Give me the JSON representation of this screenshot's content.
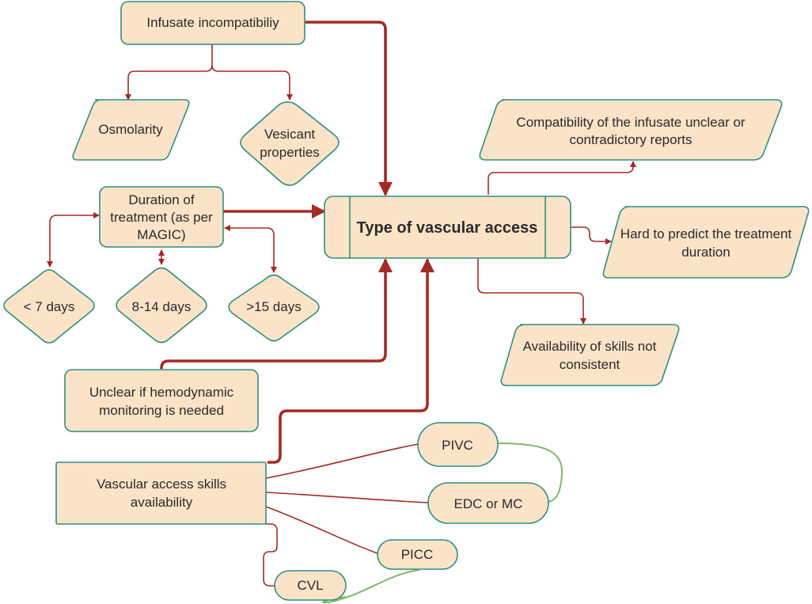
{
  "colors": {
    "node_fill": "#fbe3c8",
    "node_border": "#2f8f80",
    "arrow": "#a42a24",
    "connector_green": "#7fb96a",
    "text": "#2a2a2a"
  },
  "nodes": {
    "type_of_access": "Type of vascular access",
    "infusate": "Infusate incompatibiliy",
    "osmolarity": "Osmolarity",
    "vesicant": {
      "l1": "Vesicant",
      "l2": "properties"
    },
    "duration": {
      "l1": "Duration of",
      "l2": "treatment (as per",
      "l3": "MAGIC)"
    },
    "lt7": "< 7 days",
    "d8_14": "8-14 days",
    "gt15": ">15 days",
    "hemodynamic": {
      "l1": "Unclear if hemodynamic",
      "l2": "monitoring is needed"
    },
    "skills": {
      "l1": "Vascular access skills",
      "l2": "availability"
    },
    "compat": {
      "l1": "Compatibility of the infusate unclear or",
      "l2": "contradictory reports"
    },
    "hard": {
      "l1": "Hard to predict the treatment",
      "l2": "duration"
    },
    "avail": {
      "l1": "Availability of skills not",
      "l2": "consistent"
    },
    "pivc": "PIVC",
    "edc": "EDC or MC",
    "picc": "PICC",
    "cvl": "CVL"
  }
}
